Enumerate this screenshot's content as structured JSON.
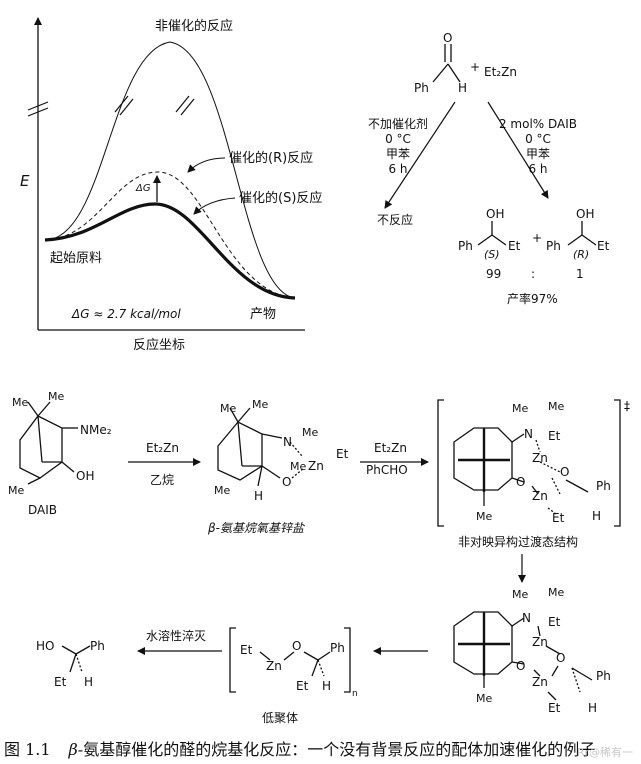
{
  "energy_diagram": {
    "uncatalyzed_label": "非催化的反应",
    "r_label": "催化的(R)反应",
    "s_label": "催化的(S)反应",
    "y_axis_label": "E",
    "delta_g_small": "ΔG",
    "start_label": "起始原料",
    "delta_g_note": "ΔG ≈ 2.7 kcal/mol",
    "product_label": "产物",
    "x_axis_label": "反应坐标"
  },
  "scheme_top_right": {
    "plus": "+",
    "reagent": "Et₂Zn",
    "left_conditions": [
      "不加催化剂",
      "0 °C",
      "甲苯",
      "6 h"
    ],
    "left_result": "不反应",
    "right_conditions": [
      "2 mol% DAIB",
      "0 °C",
      "甲苯",
      "6 h"
    ],
    "ph": "Ph",
    "h": "H",
    "oh": "OH",
    "et": "Et",
    "s_config": "(S)",
    "r_config": "(R)",
    "ratio_left": "99",
    "ratio_sep": ":",
    "ratio_right": "1",
    "yield": "产率97%"
  },
  "mechanism": {
    "daib_name": "DAIB",
    "nme2": "NMe₂",
    "me": "Me",
    "step1_reagent": "Et₂Zn",
    "step1_byproduct": "乙烷",
    "zinc_alkoxide_label": "β-氨基烷氧基锌盐",
    "step2_reagent": "Et₂Zn",
    "step2_aldehyde": "PhCHO",
    "ts_dagger": "‡",
    "ts_label": "非对映异构过渡态结构",
    "quench_label": "水溶性淬灭",
    "oligomer_label": "低聚体",
    "oligomer_n": "n",
    "ho": "HO",
    "n": "N",
    "o": "O",
    "zn": "Zn",
    "ph": "Ph",
    "et": "Et",
    "h": "H"
  },
  "caption": {
    "fig_no": "图 1.1",
    "beta": "β",
    "text": "-氨基醇催化的醛的烷基化反应：一个没有背景反应的配体加速催化的例子"
  },
  "watermark": "Rr@稀有一"
}
